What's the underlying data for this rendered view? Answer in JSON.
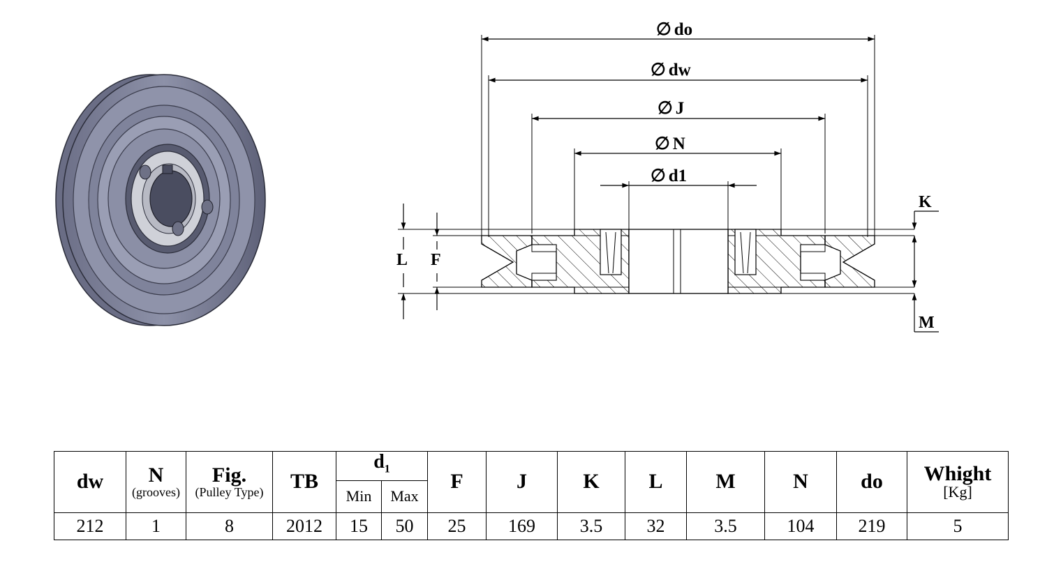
{
  "drawing": {
    "dimensions": {
      "do": "do",
      "dw": "dw",
      "J": "J",
      "N": "N",
      "d1": "d1",
      "L": "L",
      "F": "F",
      "K": "K",
      "M": "M"
    },
    "diameter_symbol": "∅"
  },
  "table": {
    "headers": {
      "dw": "dw",
      "N": "N",
      "N_sub": "(grooves)",
      "Fig": "Fig.",
      "Fig_sub": "(Pulley Type)",
      "TB": "TB",
      "d1_main": "d",
      "d1_sub": "1",
      "d1_min": "Min",
      "d1_max": "Max",
      "F": "F",
      "J": "J",
      "K": "K",
      "L": "L",
      "M": "M",
      "N2": "N",
      "do": "do",
      "Whight": "Whight",
      "Whight_sub": "[Kg]"
    },
    "row": {
      "dw": "212",
      "N": "1",
      "Fig": "8",
      "TB": "2012",
      "d1_min": "15",
      "d1_max": "50",
      "F": "25",
      "J": "169",
      "K": "3.5",
      "L": "32",
      "M": "3.5",
      "N2": "104",
      "do": "219",
      "Whight": "5"
    }
  },
  "colors": {
    "pulley_face": "#8d91a8",
    "pulley_dark": "#5e6178",
    "pulley_light": "#a9adc2",
    "bore": "#4a4d60",
    "bushing": "#cfd1d8",
    "line": "#000000"
  }
}
